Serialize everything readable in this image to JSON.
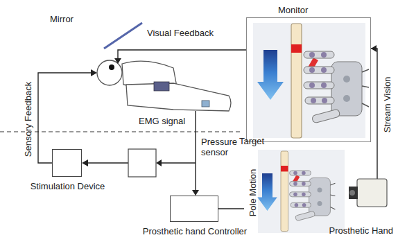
{
  "diagram": {
    "nodes": [
      {
        "text": [
          "Monitor"
        ]
      },
      {
        "text": [
          "Stimulation Device"
        ]
      },
      {
        "text": [
          "Prosthetic hand Controller"
        ]
      },
      {
        "text": [
          "Prosthetic Hand"
        ]
      }
    ],
    "edges": [
      {
        "from": 2,
        "to": 3,
        "arrow": "none"
      },
      {
        "from": 3,
        "to": 0,
        "arrow": "to",
        "label": "Stream Vision"
      }
    ],
    "labels": [
      "Mirror",
      "Visual Feedback",
      "EMG signal",
      "Pressure sensor",
      "Sensory Feedback",
      "Target",
      "Pole Motion"
    ]
  }
}
